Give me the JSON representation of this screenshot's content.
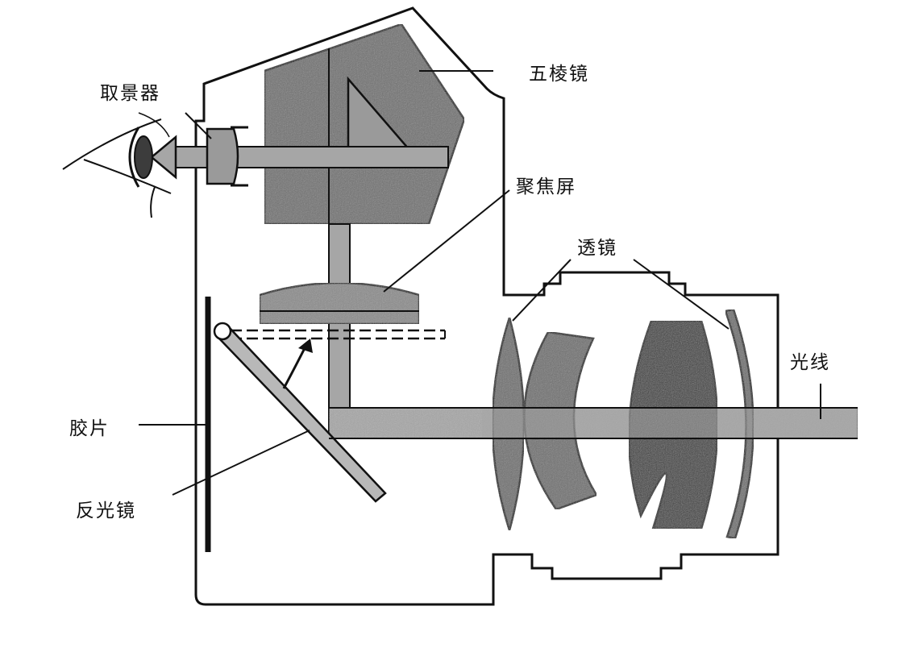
{
  "labels": {
    "viewfinder": "取景器",
    "pentaprism": "五棱镜",
    "focusing_screen": "聚焦屏",
    "lens": "透镜",
    "light_ray": "光线",
    "film": "胶片",
    "mirror": "反光镜"
  },
  "colors": {
    "outline": "#111111",
    "prism_gray": "#707070",
    "light_gray": "#a6a6a6",
    "lens_gray": "#6e6e6e",
    "lens_dark": "#3c3c3c",
    "screen_gray": "#8a8a8a",
    "background": "#ffffff"
  },
  "icons": [
    "eye-icon",
    "arrow-icon",
    "hinge-icon"
  ]
}
